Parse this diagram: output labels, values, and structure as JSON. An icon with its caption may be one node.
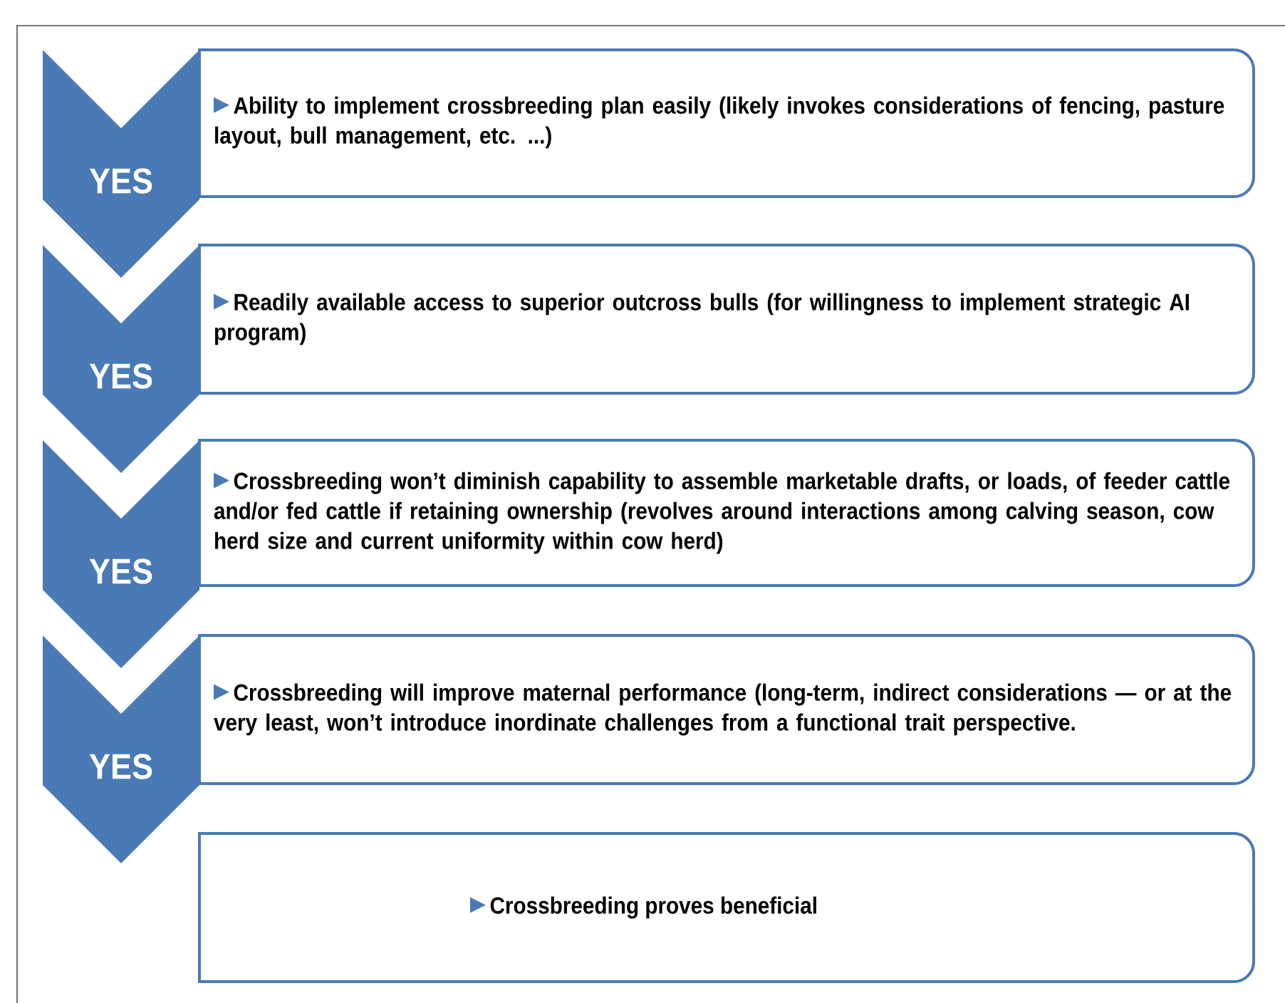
{
  "diagram": {
    "nodes": [
      {
        "text": [
          "YES"
        ]
      },
      {
        "text": [
          "Ability to implement crossbreeding plan easily (likely invokes considerations of fencing, pasture layout, bull management, etc. ...)"
        ]
      },
      {
        "text": [
          "YES"
        ]
      },
      {
        "text": [
          "Readily available access to superior outcross bulls (for willingness to implement strategic AI program)"
        ]
      },
      {
        "text": [
          "YES"
        ]
      },
      {
        "text": [
          "Crossbreeding won’t diminish capability to assemble marketable drafts, or loads, of feeder cattle and/or fed cattle if retaining ownership (revolves around interactions among calving season, cow herd size and current uniformity within cow herd)"
        ]
      },
      {
        "text": [
          "YES"
        ]
      },
      {
        "text": [
          "Crossbreeding will improve maternal performance (long-term, indirect considerations — or at the very least, won’t introduce inordinate challenges from a functional trait perspective."
        ]
      },
      {
        "text": [
          "Crossbreeding proves beneficial"
        ]
      }
    ]
  }
}
